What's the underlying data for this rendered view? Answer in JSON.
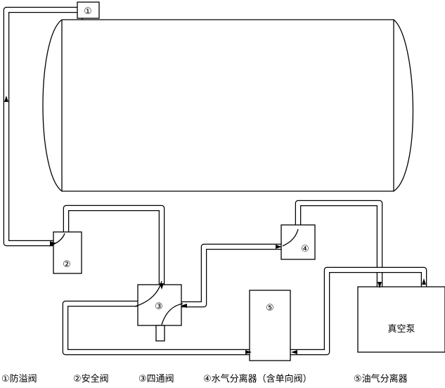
{
  "components": [
    {
      "id": "1",
      "mark": "①"
    },
    {
      "id": "2",
      "mark": "②"
    },
    {
      "id": "3",
      "mark": "③"
    },
    {
      "id": "4",
      "mark": "④"
    },
    {
      "id": "5",
      "mark": "⑤"
    }
  ],
  "pump": {
    "label": "真空泵"
  },
  "legend": [
    "①防溢阀",
    "②安全阀",
    "③四通阀",
    "④水气分离器（含单向阀）",
    "⑤油气分离器"
  ]
}
